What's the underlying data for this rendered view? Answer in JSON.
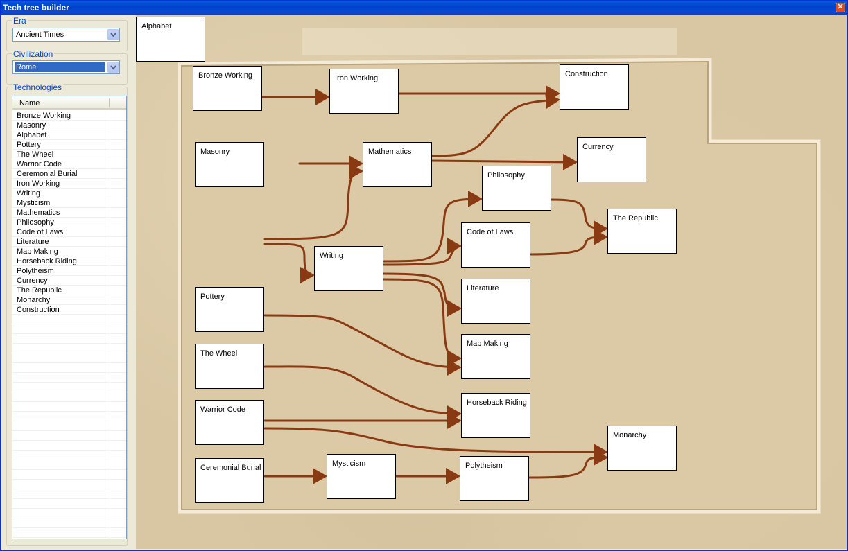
{
  "window": {
    "title": "Tech tree builder",
    "close_glyph": "✕"
  },
  "era": {
    "label": "Era",
    "value": "Ancient Times"
  },
  "civilization": {
    "label": "Civilization",
    "value": "Rome"
  },
  "technologies": {
    "label": "Technologies",
    "column": "Name",
    "items": [
      "Bronze Working",
      "Masonry",
      "Alphabet",
      "Pottery",
      "The Wheel",
      "Warrior Code",
      "Ceremonial Burial",
      "Iron Working",
      "Writing",
      "Mysticism",
      "Mathematics",
      "Philosophy",
      "Code of Laws",
      "Literature",
      "Map Making",
      "Horseback Riding",
      "Polytheism",
      "Currency",
      "The Republic",
      "Monarchy",
      "Construction"
    ]
  },
  "tree": {
    "nodes": {
      "alphabet": "Alphabet",
      "bronze_working": "Bronze Working",
      "iron_working": "Iron Working",
      "construction": "Construction",
      "masonry": "Masonry",
      "mathematics": "Mathematics",
      "currency": "Currency",
      "philosophy": "Philosophy",
      "the_republic": "The Republic",
      "code_of_laws": "Code of Laws",
      "writing": "Writing",
      "literature": "Literature",
      "pottery": "Pottery",
      "map_making": "Map Making",
      "the_wheel": "The Wheel",
      "horseback_riding": "Horseback Riding",
      "warrior_code": "Warrior Code",
      "monarchy": "Monarchy",
      "ceremonial_burial": "Ceremonial Burial",
      "mysticism": "Mysticism",
      "polytheism": "Polytheism"
    },
    "link_color": "#8a3a12"
  }
}
